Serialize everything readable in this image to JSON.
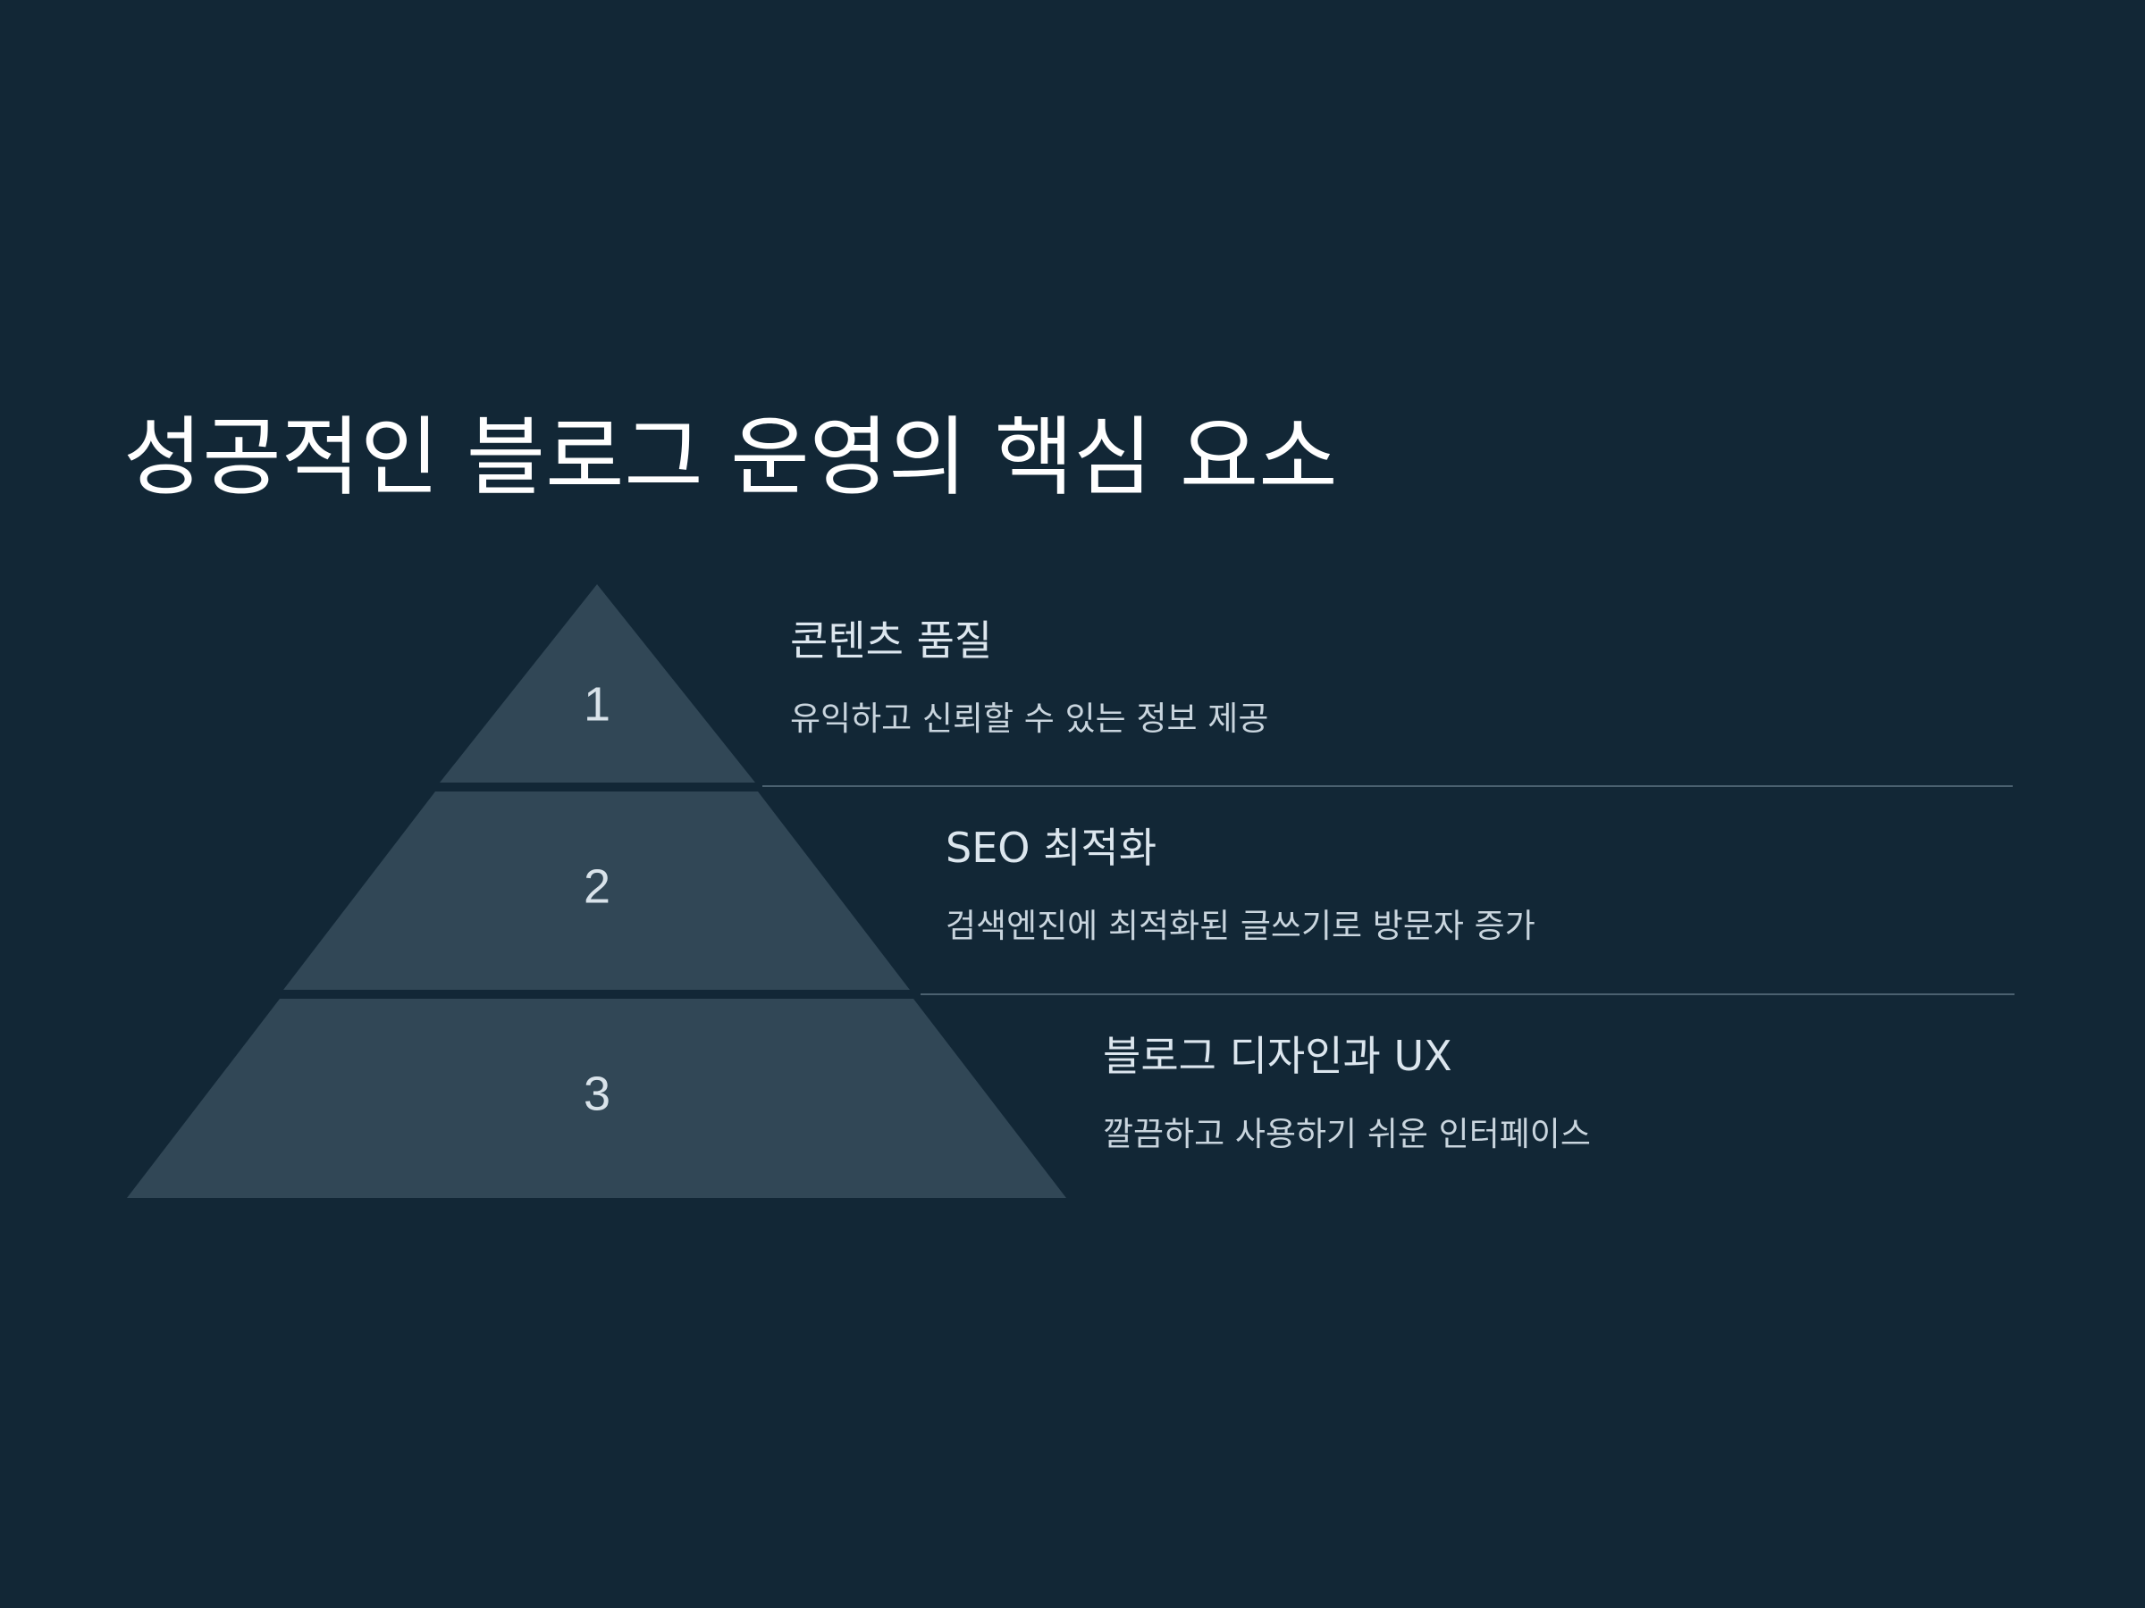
{
  "title": "성공적인 블로그 운영의 핵심 요소",
  "colors": {
    "background": "#122736",
    "pyramid_fill": "#314756",
    "divider": "#4b6170",
    "text_primary": "#ffffff",
    "text_secondary": "#dce6ee"
  },
  "levels": [
    {
      "number": "1",
      "title": "콘텐츠 품질",
      "description": "유익하고 신뢰할 수 있는 정보 제공"
    },
    {
      "number": "2",
      "title": "SEO 최적화",
      "description": "검색엔진에 최적화된 글쓰기로 방문자 증가"
    },
    {
      "number": "3",
      "title": "블로그 디자인과 UX",
      "description": "깔끔하고 사용하기 쉬운 인터페이스"
    }
  ]
}
